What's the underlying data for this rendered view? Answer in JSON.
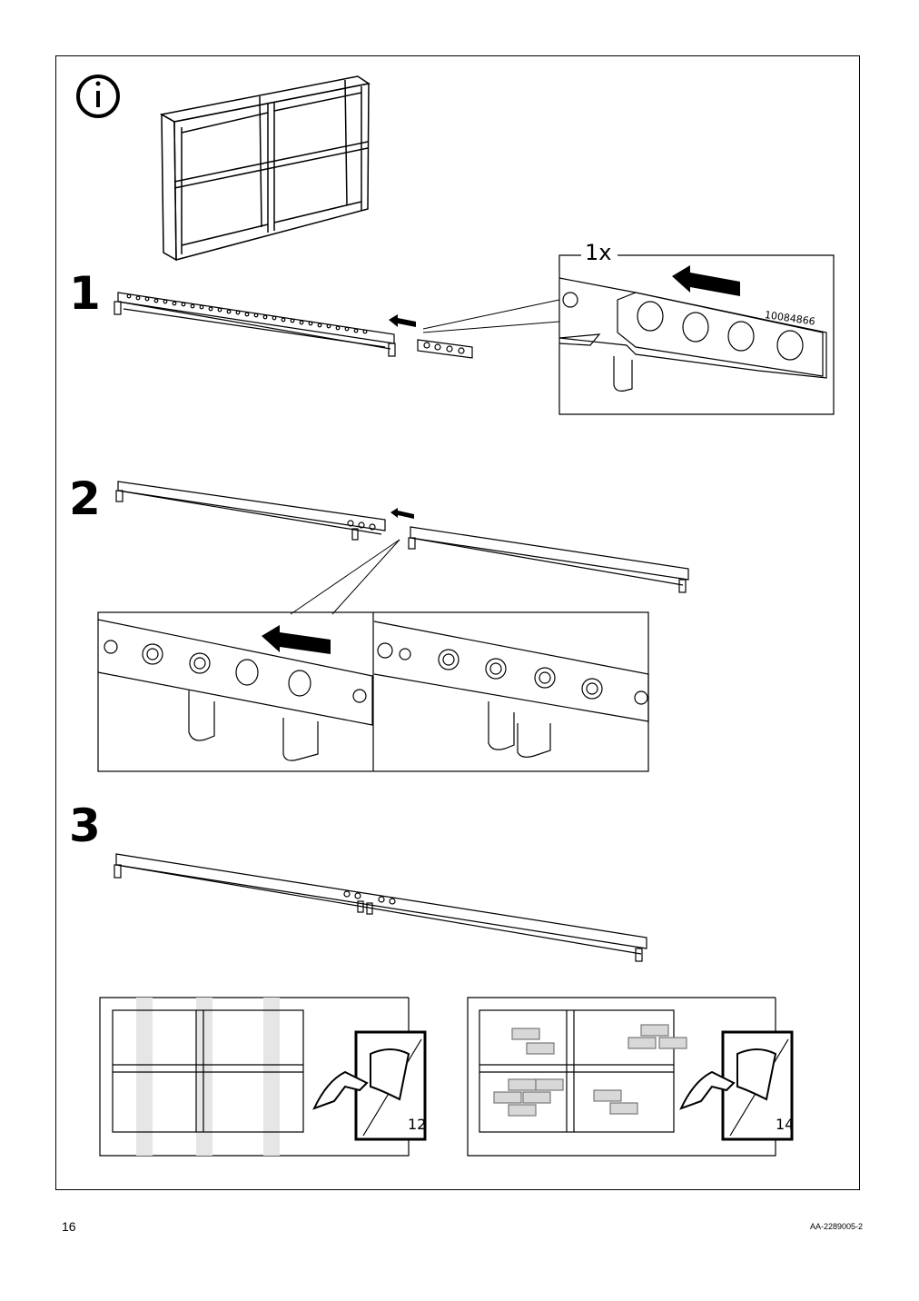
{
  "steps": {
    "step1": "1",
    "step2": "2",
    "step3": "3"
  },
  "detail": {
    "quantity": "1x",
    "part_number": "10084866"
  },
  "refs": {
    "page_ref_a": "12",
    "page_ref_b": "14"
  },
  "footer": {
    "page_number": "16",
    "document_code": "AA-2289005-2"
  },
  "icons": [
    "info-icon",
    "arrow-left-icon",
    "hand-peel-icon"
  ]
}
